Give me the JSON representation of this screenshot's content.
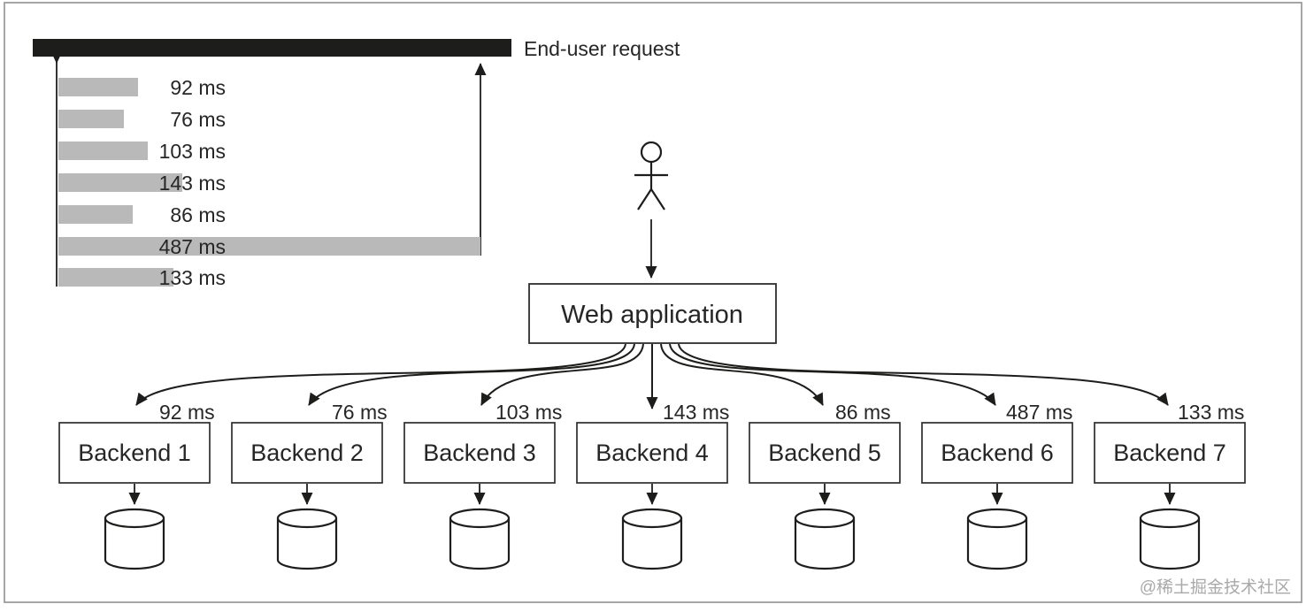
{
  "figure": {
    "description": "End-user request latency fan-out diagram",
    "border_color": "#8f8f8f",
    "line_color": "#1d1d1b",
    "watermark": "@稀土掘金技术社区"
  },
  "chart_data": {
    "type": "bar",
    "orientation": "horizontal",
    "title": "End-user request",
    "categories": [
      "Backend 1",
      "Backend 2",
      "Backend 3",
      "Backend 4",
      "Backend 5",
      "Backend 6",
      "Backend 7"
    ],
    "values": [
      92,
      76,
      103,
      143,
      86,
      487,
      133
    ],
    "labels": [
      "92 ms",
      "76 ms",
      "103 ms",
      "143 ms",
      "86 ms",
      "487 ms",
      "133 ms"
    ],
    "unit": "ms",
    "xlabel": "",
    "ylabel": "",
    "bar_color": "#b9b9b9",
    "request_bar_color": "#1d1d1b",
    "note": "total request spans the slowest call (487 ms); px_per_ms scale ~0.98"
  },
  "diagram": {
    "actor": {
      "icon": "stick-figure-user"
    },
    "web_app": {
      "label": "Web application"
    },
    "backends": [
      {
        "label": "Backend 1",
        "latency": "92 ms",
        "store": "database-cylinder"
      },
      {
        "label": "Backend 2",
        "latency": "76 ms",
        "store": "database-cylinder"
      },
      {
        "label": "Backend 3",
        "latency": "103 ms",
        "store": "database-cylinder"
      },
      {
        "label": "Backend 4",
        "latency": "143 ms",
        "store": "database-cylinder"
      },
      {
        "label": "Backend 5",
        "latency": "86 ms",
        "store": "database-cylinder"
      },
      {
        "label": "Backend 6",
        "latency": "487 ms",
        "store": "database-cylinder"
      },
      {
        "label": "Backend 7",
        "latency": "133 ms",
        "store": "database-cylinder"
      }
    ]
  }
}
